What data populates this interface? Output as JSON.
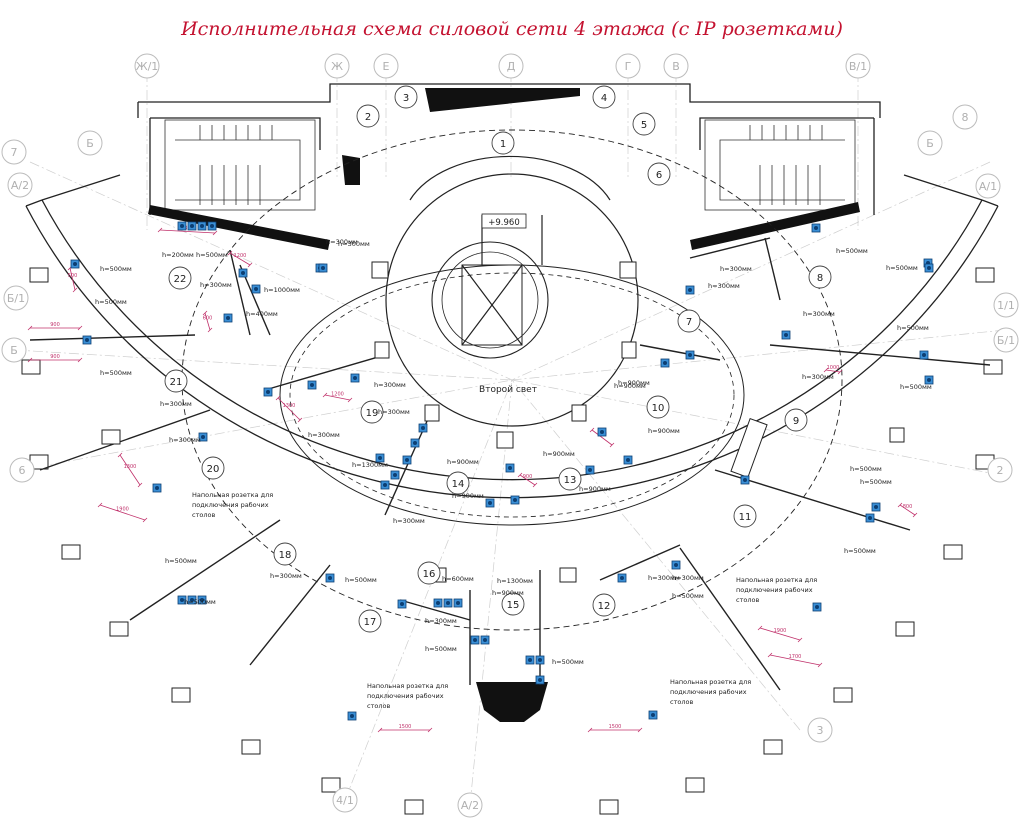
{
  "title": "Исполнительная схема силовой сети 4 этажа (с IP розетками)",
  "center_label": "Второй свет",
  "elevation_mark": "+9.960",
  "axes": [
    {
      "label": "Ж/1"
    },
    {
      "label": "Ж"
    },
    {
      "label": "Е"
    },
    {
      "label": "Д"
    },
    {
      "label": "Г"
    },
    {
      "label": "В"
    },
    {
      "label": "В/1"
    },
    {
      "label": "7"
    },
    {
      "label": "Б"
    },
    {
      "label": "А/2"
    },
    {
      "label": "Б/1"
    },
    {
      "label": "Б"
    },
    {
      "label": "6"
    },
    {
      "label": "8"
    },
    {
      "label": "Б"
    },
    {
      "label": "А/1"
    },
    {
      "label": "1/1"
    },
    {
      "label": "Б/1"
    },
    {
      "label": "2"
    },
    {
      "label": "3"
    },
    {
      "label": "4/1"
    },
    {
      "label": "А/2"
    }
  ],
  "rooms": [
    {
      "label": "1"
    },
    {
      "label": "2"
    },
    {
      "label": "3"
    },
    {
      "label": "4"
    },
    {
      "label": "5"
    },
    {
      "label": "6"
    },
    {
      "label": "7"
    },
    {
      "label": "8"
    },
    {
      "label": "9"
    },
    {
      "label": "10"
    },
    {
      "label": "11"
    },
    {
      "label": "12"
    },
    {
      "label": "13"
    },
    {
      "label": "14"
    },
    {
      "label": "15"
    },
    {
      "label": "16"
    },
    {
      "label": "17"
    },
    {
      "label": "18"
    },
    {
      "label": "19"
    },
    {
      "label": "20"
    },
    {
      "label": "21"
    },
    {
      "label": "22"
    }
  ],
  "heights": [
    {
      "text": "h=300мм"
    },
    {
      "text": "h=200мм"
    },
    {
      "text": "h=500мм"
    },
    {
      "text": "h=300мм"
    },
    {
      "text": "h=1000мм"
    },
    {
      "text": "h=400мм"
    },
    {
      "text": "h=500мм"
    },
    {
      "text": "h=500мм"
    },
    {
      "text": "h=500мм"
    },
    {
      "text": "h=300мм"
    },
    {
      "text": "h=300мм"
    },
    {
      "text": "h=300мм"
    },
    {
      "text": "h=300мм"
    },
    {
      "text": "h=300мм"
    },
    {
      "text": "h=1300мм"
    },
    {
      "text": "h=900мм"
    },
    {
      "text": "h=900мм"
    },
    {
      "text": "h=900мм"
    },
    {
      "text": "h=300мм"
    },
    {
      "text": "h=900мм"
    },
    {
      "text": "h=900мм"
    },
    {
      "text": "h=900мм"
    },
    {
      "text": "h=300мм"
    },
    {
      "text": "h=300мм"
    },
    {
      "text": "h=500мм"
    },
    {
      "text": "h=500мм"
    },
    {
      "text": "h=500мм"
    },
    {
      "text": "h=300мм"
    },
    {
      "text": "h=300мм"
    },
    {
      "text": "h=500мм"
    },
    {
      "text": "h=500мм"
    },
    {
      "text": "h=500мм"
    },
    {
      "text": "h=500мм"
    },
    {
      "text": "h=300мм"
    },
    {
      "text": "h=500мм"
    },
    {
      "text": "h=500мм"
    },
    {
      "text": "h=600мм"
    },
    {
      "text": "h=1300мм"
    },
    {
      "text": "h=900мм"
    },
    {
      "text": "h=300мм"
    },
    {
      "text": "h=500мм"
    },
    {
      "text": "h=500мм"
    },
    {
      "text": "h=500мм"
    },
    {
      "text": "h=300мм"
    },
    {
      "text": "h=500мм"
    },
    {
      "text": "h=300мм"
    },
    {
      "text": "h=300мм"
    },
    {
      "text": "h=900мм"
    }
  ],
  "notes": [
    {
      "lines": [
        "Напольная розетка для",
        "подключения рабочих",
        "столов"
      ]
    },
    {
      "lines": [
        "Напольная розетка для",
        "подключения рабочих",
        "столов"
      ]
    },
    {
      "lines": [
        "Напольная розетка для",
        "подключения рабочих",
        "столов"
      ]
    },
    {
      "lines": [
        "Напольная розетка для",
        "подключения рабочих",
        "столов"
      ]
    }
  ],
  "dims": [
    {
      "text": "1300"
    },
    {
      "text": "500"
    },
    {
      "text": "900"
    },
    {
      "text": "900"
    },
    {
      "text": "1300"
    },
    {
      "text": "1900"
    },
    {
      "text": "1500"
    },
    {
      "text": "1500"
    },
    {
      "text": "1900"
    },
    {
      "text": "1700"
    },
    {
      "text": "600"
    },
    {
      "text": "1200"
    },
    {
      "text": "1300"
    },
    {
      "text": "1200"
    },
    {
      "text": "900"
    },
    {
      "text": "600"
    },
    {
      "text": "1000"
    },
    {
      "text": "800"
    }
  ],
  "colors": {
    "wall": "#222222",
    "axis": "#b5b5b5",
    "dim": "#c0306a",
    "outlet": "#1f6fb8",
    "title": "#c41230"
  }
}
